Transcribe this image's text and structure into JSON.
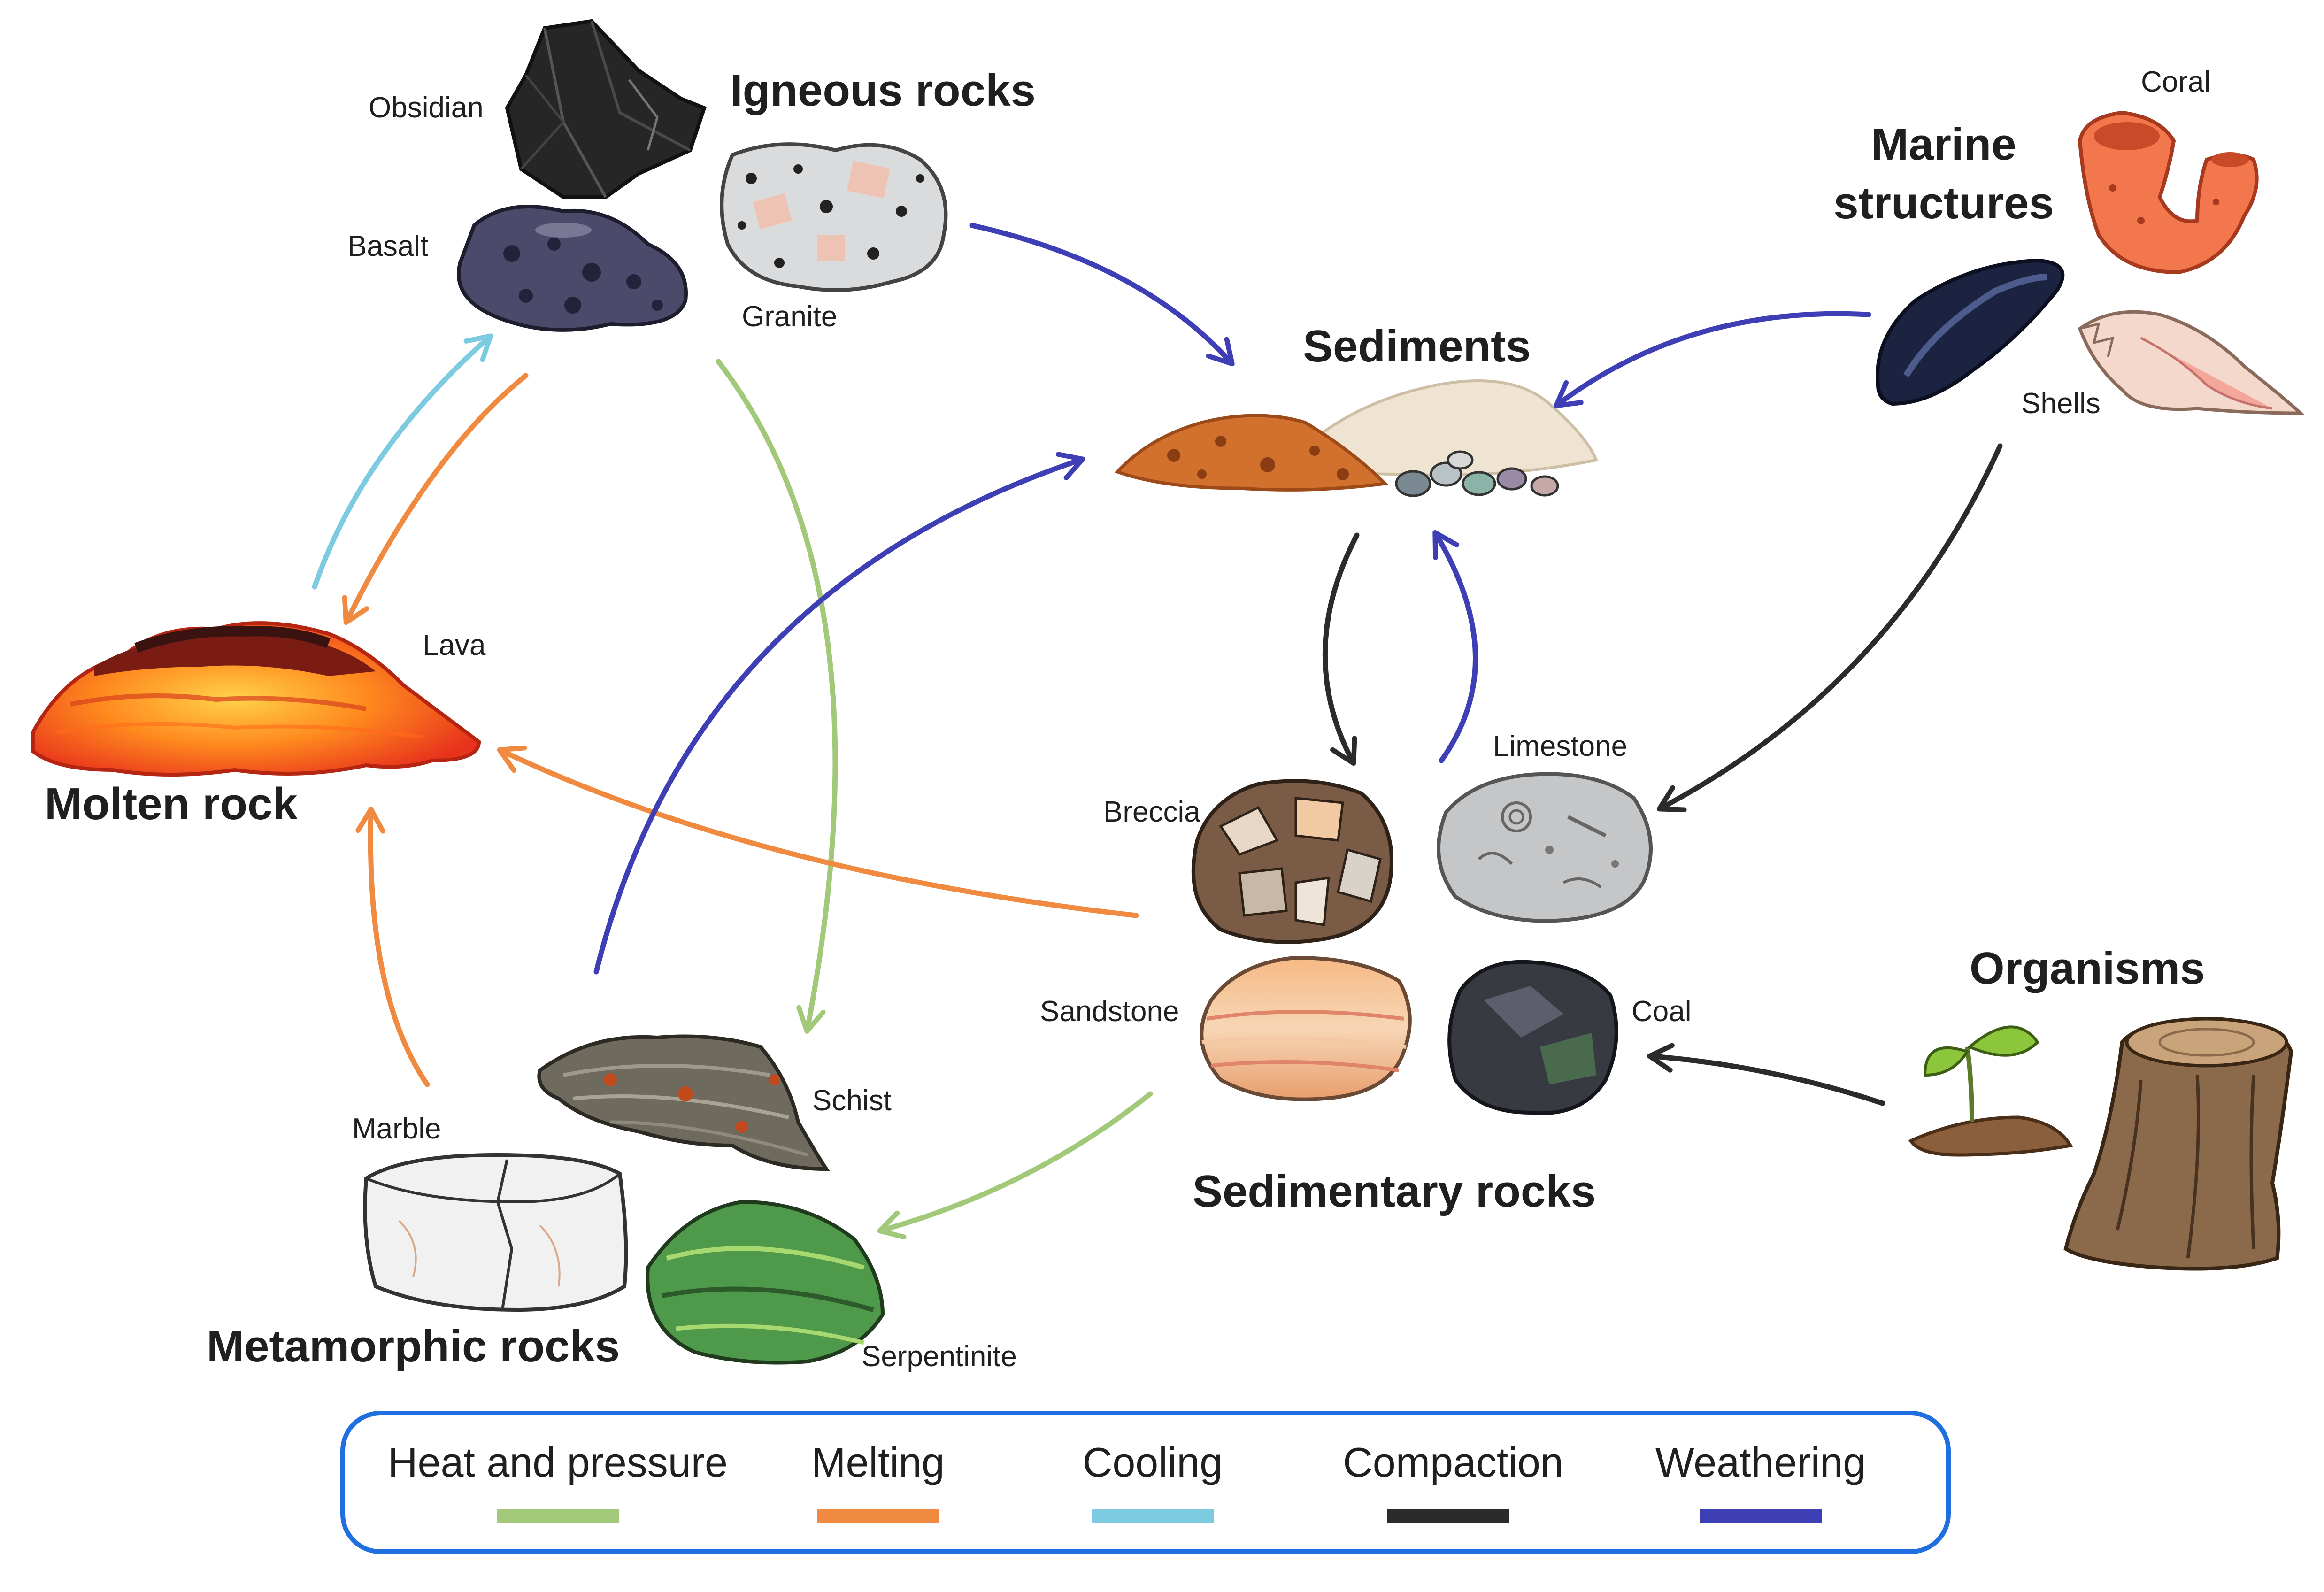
{
  "groups": {
    "igneous": "Igneous rocks",
    "sediments": "Sediments",
    "marine": [
      "Marine",
      "structures"
    ],
    "molten": "Molten rock",
    "sedimentary": "Sedimentary rocks",
    "metamorphic": "Metamorphic rocks",
    "organisms": "Organisms"
  },
  "labels": {
    "obsidian": "Obsidian",
    "basalt": "Basalt",
    "granite": "Granite",
    "coral": "Coral",
    "shells": "Shells",
    "lava": "Lava",
    "limestone": "Limestone",
    "breccia": "Breccia",
    "sandstone": "Sandstone",
    "coal": "Coal",
    "marble": "Marble",
    "schist": "Schist",
    "serpentinite": "Serpentinite"
  },
  "legend": [
    {
      "label": "Heat and pressure",
      "color": "#a2c879"
    },
    {
      "label": "Melting",
      "color": "#ef8a40"
    },
    {
      "label": "Cooling",
      "color": "#7ccbe0"
    },
    {
      "label": "Compaction",
      "color": "#2b2b2b"
    },
    {
      "label": "Weathering",
      "color": "#3f3fb5"
    }
  ],
  "colors": {
    "heat": "#a2c879",
    "melting": "#ef8a40",
    "cooling": "#7ccbe0",
    "compaction": "#2b2b2b",
    "weathering": "#3f3fb5",
    "legend_border": "#1f6fe0"
  }
}
